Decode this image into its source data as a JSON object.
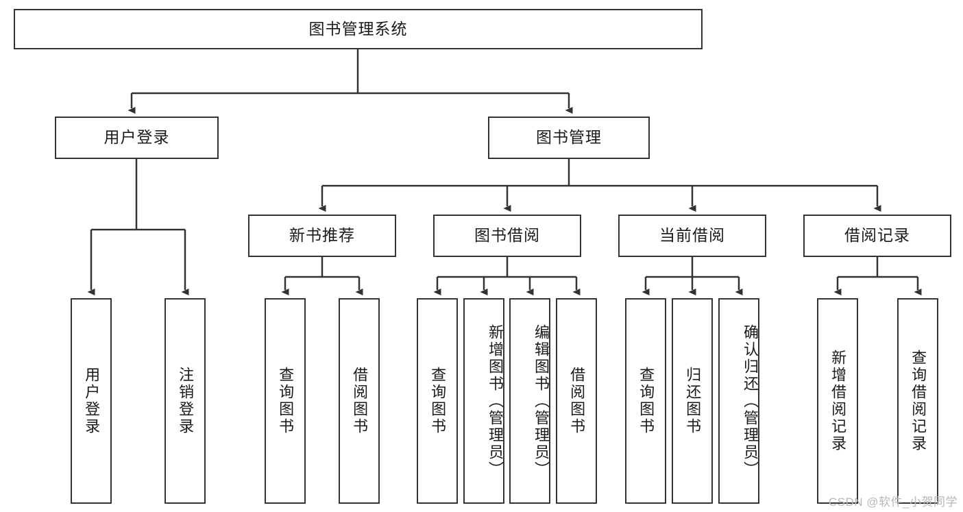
{
  "diagram": {
    "title": "图书管理系统",
    "type": "tree-hierarchy",
    "root": {
      "id": "root",
      "label": "图书管理系统"
    },
    "level2": [
      {
        "id": "user-login",
        "label": "用户登录"
      },
      {
        "id": "book-manage",
        "label": "图书管理"
      }
    ],
    "level3": [
      {
        "id": "new-book-recommend",
        "label": "新书推荐",
        "parent": "book-manage"
      },
      {
        "id": "book-borrow",
        "label": "图书借阅",
        "parent": "book-manage"
      },
      {
        "id": "current-borrow",
        "label": "当前借阅",
        "parent": "book-manage"
      },
      {
        "id": "borrow-record",
        "label": "借阅记录",
        "parent": "book-manage"
      }
    ],
    "leaves": {
      "user-login": [
        {
          "id": "leaf-user-login",
          "label": "用户登录"
        },
        {
          "id": "leaf-logout-login",
          "label": "注销登录"
        }
      ],
      "new-book-recommend": [
        {
          "id": "leaf-query-book-1",
          "label": "查询图书"
        },
        {
          "id": "leaf-borrow-book-1",
          "label": "借阅图书"
        }
      ],
      "book-borrow": [
        {
          "id": "leaf-query-book-2",
          "label": "查询图书"
        },
        {
          "id": "leaf-add-book-admin",
          "label": "新增图书（管理员）"
        },
        {
          "id": "leaf-edit-book-admin",
          "label": "编辑图书（管理员）"
        },
        {
          "id": "leaf-borrow-book-2",
          "label": "借阅图书"
        }
      ],
      "current-borrow": [
        {
          "id": "leaf-query-book-3",
          "label": "查询图书"
        },
        {
          "id": "leaf-return-book",
          "label": "归还图书"
        },
        {
          "id": "leaf-confirm-return-admin",
          "label": "确认归还（管理员）"
        }
      ],
      "borrow-record": [
        {
          "id": "leaf-add-borrow-record",
          "label": "新增借阅记录"
        },
        {
          "id": "leaf-query-borrow-record",
          "label": "查询借阅记录"
        }
      ]
    }
  },
  "watermark": {
    "text": "CSDN @软件_小贺同学"
  },
  "colors": {
    "box_border": "#333333",
    "box_fill": "#ffffff",
    "text": "#1a1a1a",
    "edge": "#333333",
    "watermark": "#b8b8b8",
    "background": "#ffffff"
  }
}
